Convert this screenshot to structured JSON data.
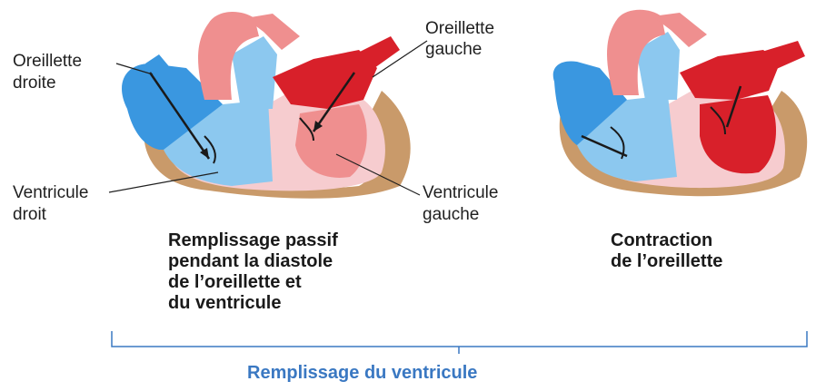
{
  "labels": {
    "right_atrium": [
      "Oreillette",
      "droite"
    ],
    "left_atrium": [
      "Oreillette",
      "gauche"
    ],
    "right_ventricle": [
      "Ventricule",
      "droit"
    ],
    "left_ventricle": [
      "Ventricule",
      "gauche"
    ]
  },
  "captions": {
    "passive_filling": [
      "Remplissage passif",
      "pendant la diastole",
      "de l’oreillette et",
      "du ventricule"
    ],
    "atrial_contraction": [
      "Contraction",
      "de l’oreillette"
    ]
  },
  "bottom_title": "Remplissage du ventricule",
  "colors": {
    "oxygenated_red": "#d8202a",
    "deoxygenated_blue": "#3a97e0",
    "light_blue": "#8cc8ef",
    "salmon": "#ef8f8f",
    "pale_pink": "#f6cccf",
    "muscle_tan": "#c99a6a",
    "title_blue": "#3a78c2"
  }
}
